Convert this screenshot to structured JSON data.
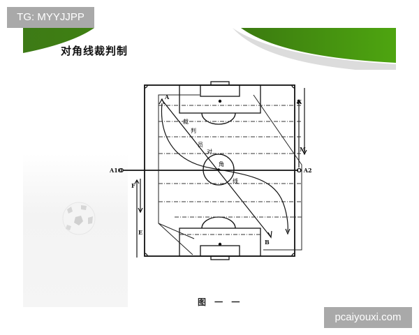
{
  "watermarks": {
    "top_left": "TG: MYYJJPP",
    "bottom_right": "pcaiyouxi.com"
  },
  "slide": {
    "title": "对角线裁判制",
    "accent_color": "#4a9a12",
    "diagram": {
      "caption": "图 一 一",
      "point_labels": {
        "A": "A",
        "B": "B",
        "A1": "A1O",
        "A2": "O A2",
        "K": "K",
        "M": "M",
        "F": "F",
        "E": "E"
      },
      "diagonal_text": [
        "裁",
        "判",
        "员",
        "对",
        "角",
        "线"
      ]
    }
  }
}
